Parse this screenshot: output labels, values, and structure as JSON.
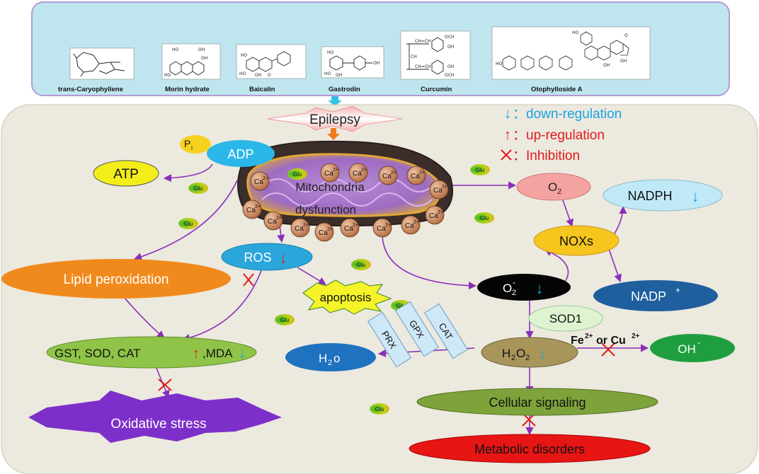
{
  "compounds": [
    {
      "name": "trans-Caryophyllene"
    },
    {
      "name": "Morin hydrate"
    },
    {
      "name": "Baicalin"
    },
    {
      "name": "Gastrodin"
    },
    {
      "name": "Curcumin"
    },
    {
      "name": "Otophylloside A"
    }
  ],
  "epilepsy": "Epilepsy",
  "legend": {
    "down_symbol": "↓",
    "down_label": "：down-regulation",
    "up_symbol": "↑",
    "up_label": "：up-regulation",
    "inhibit_label": "：Inhibition",
    "colors": {
      "down": "#1aa3e0",
      "up": "#e21a1a",
      "inhibit": "#e21a1a"
    }
  },
  "nodes": {
    "pi": "P",
    "pi_sub": "i",
    "adp": "ADP",
    "atp": "ATP",
    "mito_line1": "Mitochondria",
    "mito_line2": "dysfunction",
    "calcium": "Ca",
    "calcium_sup": "2+",
    "glu": "Glu",
    "o2": "O",
    "o2_sub": "2",
    "nadph": "NADPH",
    "noxs": "NOXs",
    "nadp": "NADP",
    "nadp_sup": "+",
    "ros": "ROS",
    "lipid": "Lipid peroxidation",
    "apoptosis": "apoptosis",
    "superoxide": "O",
    "superoxide_sub": "2",
    "superoxide_sup": "-",
    "sod1": "SOD1",
    "enzymes_a": "GST, SOD, CAT",
    "enzymes_b": ",MDA",
    "h2o": "H",
    "h2o_sub": "2",
    "h2o_tail": "o",
    "prx": "PRX",
    "gpx": "GPX",
    "cat": "CAT",
    "h2o2": "H",
    "h2o2_sub1": "2",
    "h2o2_o": "O",
    "h2o2_sub2": "2",
    "fe": "Fe",
    "fe_sup": "2+",
    "or": "or Cu",
    "cu_sup": "2+",
    "oh": "OH",
    "oh_sup": "-",
    "cellular": "Cellular signaling",
    "oxidative": "Oxidative stress",
    "metabolic": "Metabolic disorders"
  },
  "colors": {
    "top_panel": "#bfe6ee",
    "main_panel": "#ece9df",
    "arrow": "#8b2fb8",
    "adp": "#2bb7e8",
    "atp": "#f3ee1a",
    "o2": "#f4a3a0",
    "nadph": "#bfe9f6",
    "noxs": "#f6c51e",
    "nadp": "#1f5f9e",
    "ros": "#2ba6db",
    "lipid": "#f08a1d",
    "superoxide": "#050505",
    "sod1": "#dff3d1",
    "enzymes": "#8fc448",
    "h2o": "#1f72bf",
    "h2o2": "#a8955a",
    "oh": "#1f9e3f",
    "cellular": "#7ea33a",
    "oxidative": "#7d2fc9",
    "metabolic": "#e81515",
    "calcium": "#c9885d"
  }
}
